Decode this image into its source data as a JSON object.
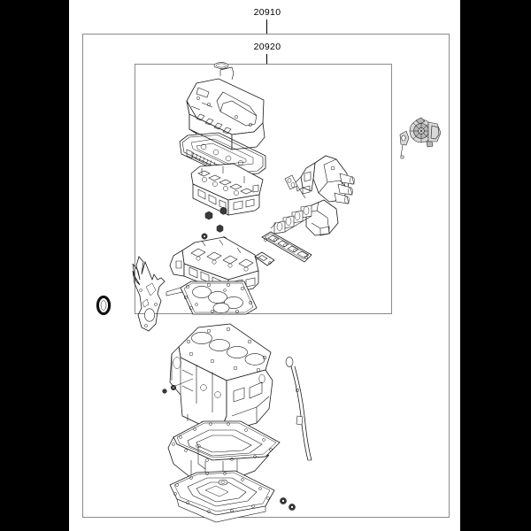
{
  "diagram": {
    "kind": "exploded-parts-diagram",
    "subject": "engine gasket kit",
    "page_background": "#ffffff",
    "border_color": "#8a8a8a",
    "line_color": "#1a1a1a",
    "groups": [
      {
        "id": "outer",
        "part_number": "20910",
        "label": "20910",
        "note": "outer assembly box - full engine overhaul gasket kit"
      },
      {
        "id": "inner",
        "part_number": "20920",
        "label": "20920",
        "note": "inner assembly box - upper engine gasket kit"
      }
    ],
    "components": [
      {
        "name": "cylinder-head-cover",
        "label": ""
      },
      {
        "name": "oil-filler-cap-o-ring",
        "label": ""
      },
      {
        "name": "spark-plug-tube-spring",
        "label": ""
      },
      {
        "name": "cylinder-head-cover-gasket",
        "label": ""
      },
      {
        "name": "cylinder-head-with-camshafts",
        "label": ""
      },
      {
        "name": "cylinder-head-assembly-lower",
        "label": ""
      },
      {
        "name": "cylinder-head-gasket",
        "label": ""
      },
      {
        "name": "intake-manifold",
        "label": ""
      },
      {
        "name": "intake-manifold-gasket",
        "label": ""
      },
      {
        "name": "exhaust-manifold",
        "label": ""
      },
      {
        "name": "exhaust-manifold-gasket",
        "label": ""
      },
      {
        "name": "water-pump-assembly",
        "label": ""
      },
      {
        "name": "water-pump-gasket",
        "label": ""
      },
      {
        "name": "timing-chain-cover-gasket",
        "label": ""
      },
      {
        "name": "crankshaft-front-seal-o-ring",
        "label": ""
      },
      {
        "name": "cylinder-block",
        "label": ""
      },
      {
        "name": "oil-level-gauge-dipstick",
        "label": ""
      },
      {
        "name": "upper-oil-pan",
        "label": ""
      },
      {
        "name": "lower-oil-pan",
        "label": ""
      },
      {
        "name": "oil-pan-drain-plug-washer",
        "label": ""
      },
      {
        "name": "seal-plug-bolt-set",
        "label": ""
      }
    ]
  }
}
